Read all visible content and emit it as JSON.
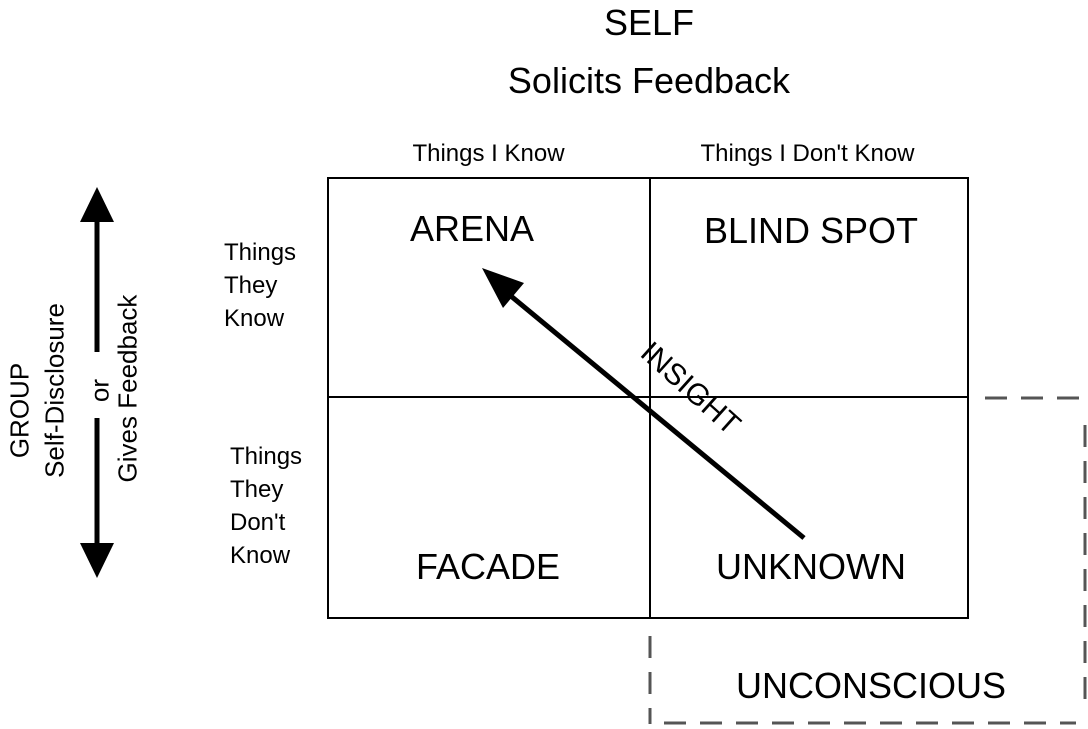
{
  "title": {
    "line1": "SELF",
    "line2": "Solicits Feedback"
  },
  "column_headers": [
    "Things I Know",
    "Things I Don't Know"
  ],
  "row_headers": [
    [
      "Things",
      "They",
      "Know"
    ],
    [
      "Things",
      "They",
      "Don't",
      "Know"
    ]
  ],
  "quadrants": {
    "top_left": "ARENA",
    "top_right": "BLIND SPOT",
    "bottom_left": "FACADE",
    "bottom_right": "UNKNOWN"
  },
  "arrow_label": "INSIGHT",
  "left_axis": {
    "group": "GROUP",
    "self_disclosure": "Self-Disclosure",
    "or": "or",
    "gives_feedback": "Gives Feedback"
  },
  "extension": {
    "label": "UNCONSCIOUS"
  }
}
